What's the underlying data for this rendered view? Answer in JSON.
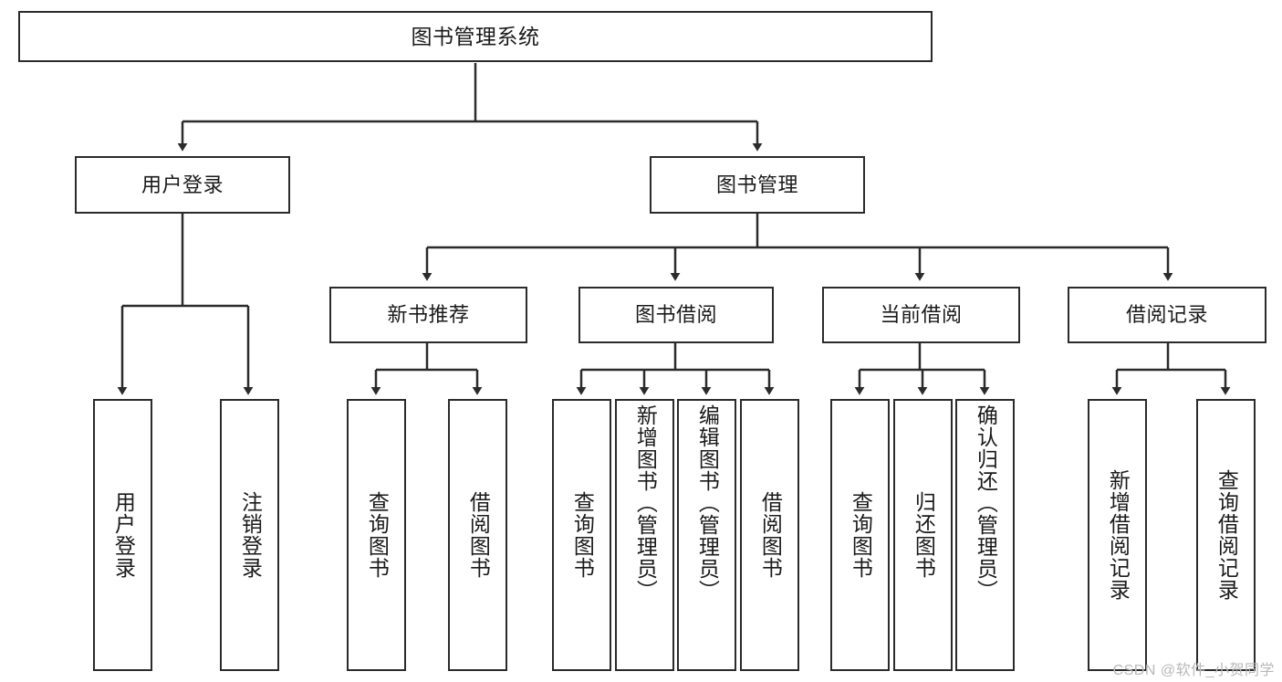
{
  "diagram": {
    "title": "图书管理系统",
    "type": "tree-hierarchy-diagram",
    "colors": {
      "border": "#2b2b2b",
      "fill": "#ffffff",
      "text": "#1a1a1a",
      "watermark": "#b9b9b9"
    },
    "root": {
      "label": "图书管理系统"
    },
    "level1": [
      {
        "label": "用户登录"
      },
      {
        "label": "图书管理"
      }
    ],
    "level2": [
      {
        "label": "新书推荐"
      },
      {
        "label": "图书借阅"
      },
      {
        "label": "当前借阅"
      },
      {
        "label": "借阅记录"
      }
    ],
    "leaves": {
      "user_login": [
        {
          "label": "用户登录"
        },
        {
          "label": "注销登录"
        }
      ],
      "new_book": [
        {
          "label": "查询图书"
        },
        {
          "label": "借阅图书"
        }
      ],
      "book_borrow": [
        {
          "label": "查询图书"
        },
        {
          "label": "新增图书（管理员）"
        },
        {
          "label": "编辑图书（管理员）"
        },
        {
          "label": "借阅图书"
        }
      ],
      "current_borrow": [
        {
          "label": "查询图书"
        },
        {
          "label": "归还图书"
        },
        {
          "label": "确认归还（管理员）"
        }
      ],
      "borrow_record": [
        {
          "label": "新增借阅记录"
        },
        {
          "label": "查询借阅记录"
        }
      ]
    },
    "watermark": "CSDN @软件_小贺同学"
  }
}
